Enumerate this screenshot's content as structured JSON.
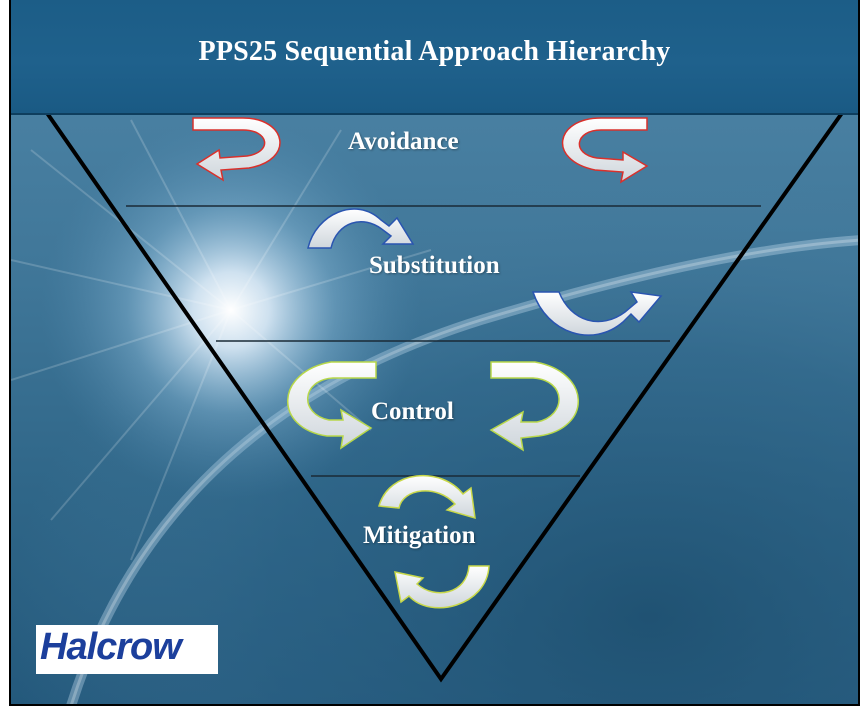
{
  "title": "PPS25 Sequential Approach Hierarchy",
  "levels": [
    {
      "label": "Avoidance"
    },
    {
      "label": "Substitution"
    },
    {
      "label": "Control"
    },
    {
      "label": "Mitigation"
    }
  ],
  "logo": {
    "text": "Halcrow"
  },
  "colors": {
    "header": "#1f618c",
    "background": "#3f7698",
    "triangle": "#000000",
    "avoidance_arrow_outline": "#d9302b",
    "substitution_arrow_outline": "#2a55b0",
    "control_arrow_outline": "#b8d84a",
    "mitigation_arrow_outline": "#c8d84a",
    "logo_text": "#1c3f9c"
  }
}
